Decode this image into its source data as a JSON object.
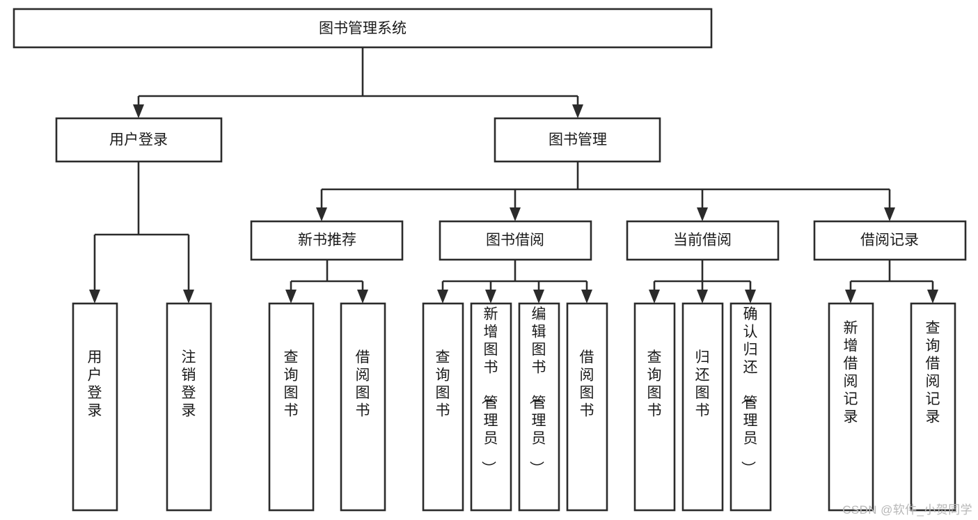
{
  "diagram": {
    "type": "tree",
    "title": "图书管理系统",
    "orientation": "top-down",
    "watermark": "CSDN @软件_小贺同学",
    "colors": {
      "box_fill": "#ffffff",
      "box_stroke": "#2b2b2b",
      "text": "#1a1a1a",
      "background": "#ffffff",
      "watermark": "#b7b7b7"
    },
    "root": {
      "label": "图书管理系统"
    },
    "level2": [
      {
        "label": "用户登录"
      },
      {
        "label": "图书管理"
      }
    ],
    "level3": [
      {
        "label": "新书推荐"
      },
      {
        "label": "图书借阅"
      },
      {
        "label": "当前借阅"
      },
      {
        "label": "借阅记录"
      }
    ],
    "leaves": {
      "user_login": [
        {
          "label": "用户登录"
        },
        {
          "label": "注销登录"
        }
      ],
      "new_book_recommend": [
        {
          "label": "查询图书"
        },
        {
          "label": "借阅图书"
        }
      ],
      "book_borrow": [
        {
          "label": "查询图书"
        },
        {
          "label": "新增图书（管理员）"
        },
        {
          "label": "编辑图书（管理员）"
        },
        {
          "label": "借阅图书"
        }
      ],
      "current_borrow": [
        {
          "label": "查询图书"
        },
        {
          "label": "归还图书"
        },
        {
          "label": "确认归还（管理员）"
        }
      ],
      "borrow_record": [
        {
          "label": "新增借阅记录"
        },
        {
          "label": "查询借阅记录"
        }
      ]
    }
  }
}
